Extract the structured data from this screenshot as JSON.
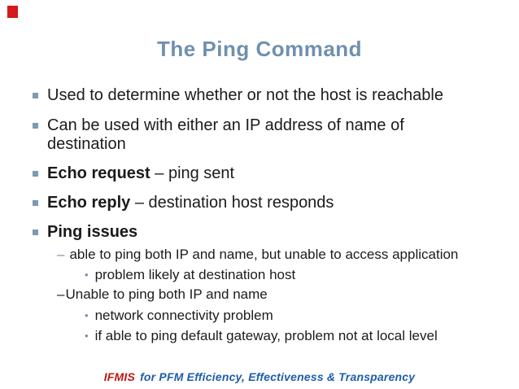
{
  "slide": {
    "title": "The Ping Command",
    "bullets": [
      {
        "bold": "",
        "text": "Used to determine whether or not the host is reachable"
      },
      {
        "bold": "",
        "text": "Can be used with either an IP address of name of destination"
      },
      {
        "bold": "Echo request",
        "text": " – ping sent"
      },
      {
        "bold": "Echo reply",
        "text": " – destination host responds"
      },
      {
        "bold": "Ping issues",
        "text": ""
      }
    ],
    "sub_bullets": [
      {
        "marker": "–",
        "text": "able to ping both IP and name, but unable to access application"
      },
      {
        "marker": "–",
        "text": "Unable to ping both IP and name"
      }
    ],
    "sub_sub_bullets": [
      {
        "marker": "•",
        "text": "problem likely at destination host"
      },
      {
        "marker": "•",
        "text": "network connectivity problem"
      },
      {
        "marker": "•",
        "text": "if able to ping default gateway, problem not at local level"
      }
    ],
    "footer": {
      "brand": "IFMIS",
      "tagline": "for PFM Efficiency, Effectiveness & Transparency"
    },
    "colors": {
      "title": "#7090ad",
      "bullet_square": "#7e99b2",
      "body_text": "#1b1b1b",
      "sub_marker": "#7090ad",
      "corner_square": "#d41a1a",
      "footer_brand": "#c01414",
      "footer_tagline": "#1e5ea9"
    }
  }
}
